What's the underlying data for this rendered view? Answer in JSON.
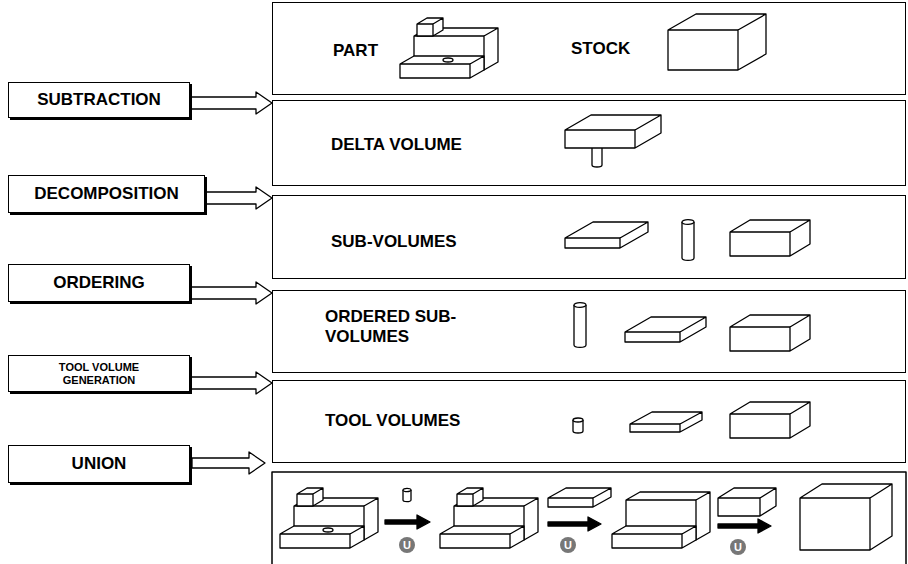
{
  "diagram": {
    "nodes": [
      {
        "text": [
          "PART",
          "STOCK"
        ]
      },
      {
        "text": [
          "SUBTRACTION"
        ]
      },
      {
        "text": [
          "DELTA VOLUME"
        ]
      },
      {
        "text": [
          "DECOMPOSITION"
        ]
      },
      {
        "text": [
          "SUB-VOLUMES"
        ]
      },
      {
        "text": [
          "ORDERING"
        ]
      },
      {
        "text": [
          "ORDERED SUB-VOLUMES"
        ]
      },
      {
        "text": [
          "TOOL VOLUME GENERATION"
        ]
      },
      {
        "text": [
          "TOOL VOLUMES"
        ]
      },
      {
        "text": [
          "UNION"
        ]
      }
    ],
    "edges": [
      {
        "from": 1,
        "to": 2,
        "arrow": "to"
      },
      {
        "from": 3,
        "to": 4,
        "arrow": "to"
      },
      {
        "from": 5,
        "to": 6,
        "arrow": "to"
      },
      {
        "from": 7,
        "to": 8,
        "arrow": "to"
      }
    ],
    "labels": [
      "U",
      "U",
      "U"
    ]
  }
}
